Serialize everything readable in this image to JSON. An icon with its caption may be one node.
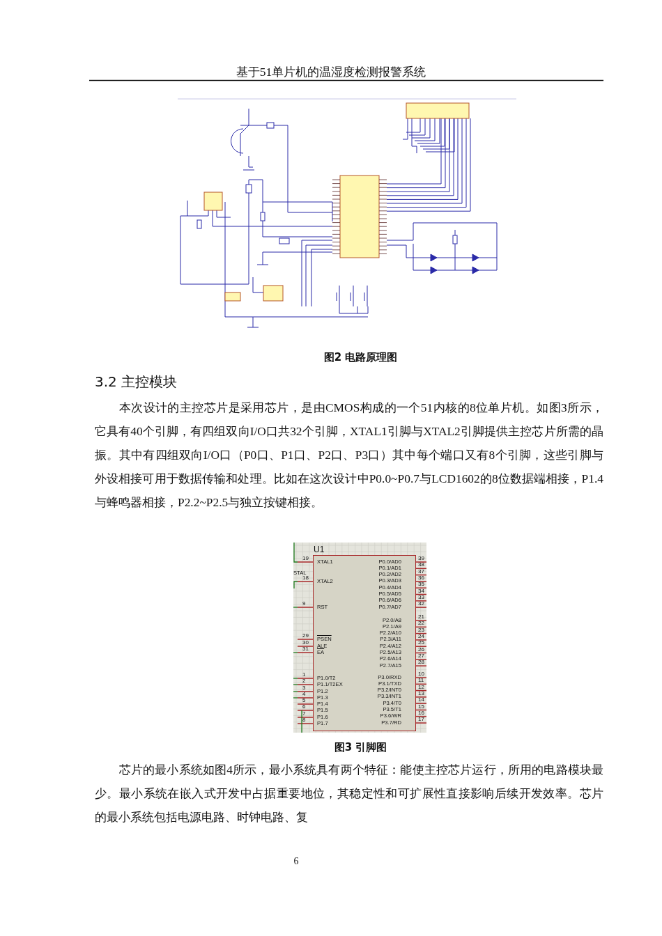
{
  "diagram": {
    "title": "基于51单片机的温湿度检测报警系统",
    "nodes": [
      {
        "text": [
          "U1",
          "XTAL1",
          "XTAL2",
          "RST",
          "PSEN",
          "ALE",
          "EA",
          "P1.0/T2",
          "P1.1/T2EX",
          "P1.2",
          "P1.3",
          "P1.4",
          "P1.5",
          "P1.6",
          "P1.7",
          "P0.0/AD0",
          "P0.1/AD1",
          "P0.2/AD2",
          "P0.3/AD3",
          "P0.4/AD4",
          "P0.5/AD5",
          "P0.6/AD6",
          "P0.7/AD7",
          "P2.0/A8",
          "P2.1/A9",
          "P2.2/A10",
          "P2.3/A11",
          "P2.4/A12",
          "P2.5/A13",
          "P2.6/A14",
          "P2.7/A15",
          "P3.0/RXD",
          "P3.1/TXD",
          "P3.2/INT0",
          "P3.3/INT1",
          "P3.4/T0",
          "P3.5/T1",
          "P3.6/WR",
          "P3.7/RD"
        ],
        "beside": [
          "19",
          "18",
          "9",
          "29",
          "30",
          "31",
          "1",
          "2",
          "3",
          "4",
          "5",
          "6",
          "7",
          "8",
          "39",
          "38",
          "37",
          "36",
          "35",
          "34",
          "33",
          "32",
          "21",
          "22",
          "23",
          "24",
          "25",
          "26",
          "27",
          "28",
          "10",
          "11",
          "12",
          "13",
          "14",
          "15",
          "16",
          "17"
        ]
      }
    ],
    "labels": [
      "图2 电路原理图",
      "3.2 主控模块",
      "本次设计的主控芯片是采用芯片，是由CMOS构成的一个51内核的8位单片机。如图3所示，它具有40个引脚，有四组双向I/O口共32个引脚，XTAL1引脚与XTAL2引脚提供主控芯片所需的晶振。其中有四组双向I/O口（P0口、P1口、P2口、P3口）其中每个端口又有8个引脚，这些引脚与外设相接可用于数据传输和处理。比如在这次设计中P0.0~P0.7与LCD1602的8位数据端相接，P1.4与蜂鸣器相接，P2.2~P2.5与独立按键相接。",
      "STAL",
      "图3 引脚图",
      "芯片的最小系统如图4所示，最小系统具有两个特征：能使主控芯片运行，所用的电路模块最少。最小系统在嵌入式开发中占据重要地位，其稳定性和可扩展性直接影响后续开发效率。芯片的最小系统包括电源电路、时钟电路、复",
      "6"
    ]
  }
}
